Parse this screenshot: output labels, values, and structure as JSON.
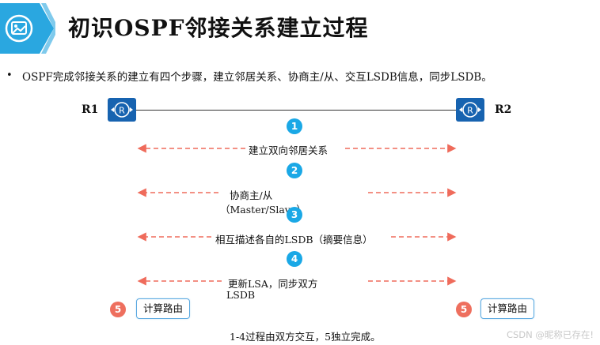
{
  "header": {
    "title": "初识OSPF邻接关系建立过程",
    "logo_icon": "image-icon"
  },
  "intro": {
    "bullet": "•",
    "text": "OSPF完成邻接关系的建立有四个步骤，建立邻居关系、协商主/从、交互LSDB信息，同步LSDB。"
  },
  "routers": {
    "left_label": "R1",
    "right_label": "R2",
    "router_icon": "router-icon"
  },
  "steps": [
    {
      "number": "1",
      "text": "建立双向邻居关系"
    },
    {
      "number": "2",
      "text_line1": "协商主/从",
      "text_line2": "（Master/Slave）"
    },
    {
      "number": "3",
      "text": "相互描述各自的LSDB（摘要信息）"
    },
    {
      "number": "4",
      "text_line1": "更新LSA，同步双方",
      "text_line2": "LSDB"
    },
    {
      "number": "5",
      "left_label": "计算路由",
      "right_label": "计算路由"
    }
  ],
  "footer": {
    "note": "1-4过程由双方交互，5独立完成。",
    "watermark": "CSDN @昵称已存在!"
  },
  "colors": {
    "step_blue": "#1aa8e6",
    "step_red": "#ee6f5e",
    "arrow": "#ef6b5b",
    "router": "#1763b0",
    "banner": "#2aa7e0"
  }
}
